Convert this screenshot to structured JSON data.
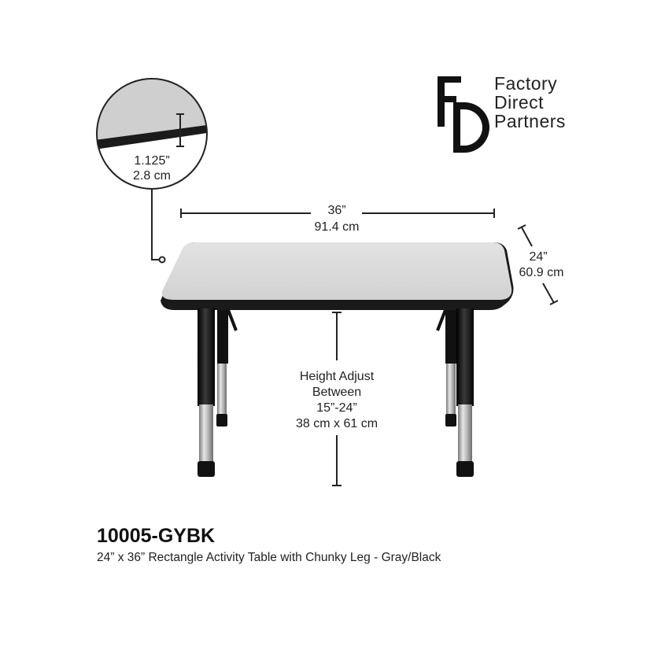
{
  "brand": {
    "monogram": "FD",
    "line1": "Factory",
    "line2": "Direct",
    "line3": "Partners"
  },
  "callout": {
    "thickness_in": "1.125”",
    "thickness_cm": "2.8 cm"
  },
  "dimensions": {
    "width_in": "36”",
    "width_cm": "91.4 cm",
    "depth_in": "24”",
    "depth_cm": "60.9 cm"
  },
  "height": {
    "line1": "Height Adjust",
    "line2": "Between",
    "line3": "15”-24”",
    "line4": "38 cm x 61 cm"
  },
  "product": {
    "sku": "10005-GYBK",
    "description": "24” x 36” Rectangle Activity Table with Chunky Leg - Gray/Black"
  },
  "colors": {
    "tabletop": "#dcdcdc",
    "edge": "#1a1a1a",
    "leg": "#111111",
    "chrome": "#b5b5b5"
  }
}
